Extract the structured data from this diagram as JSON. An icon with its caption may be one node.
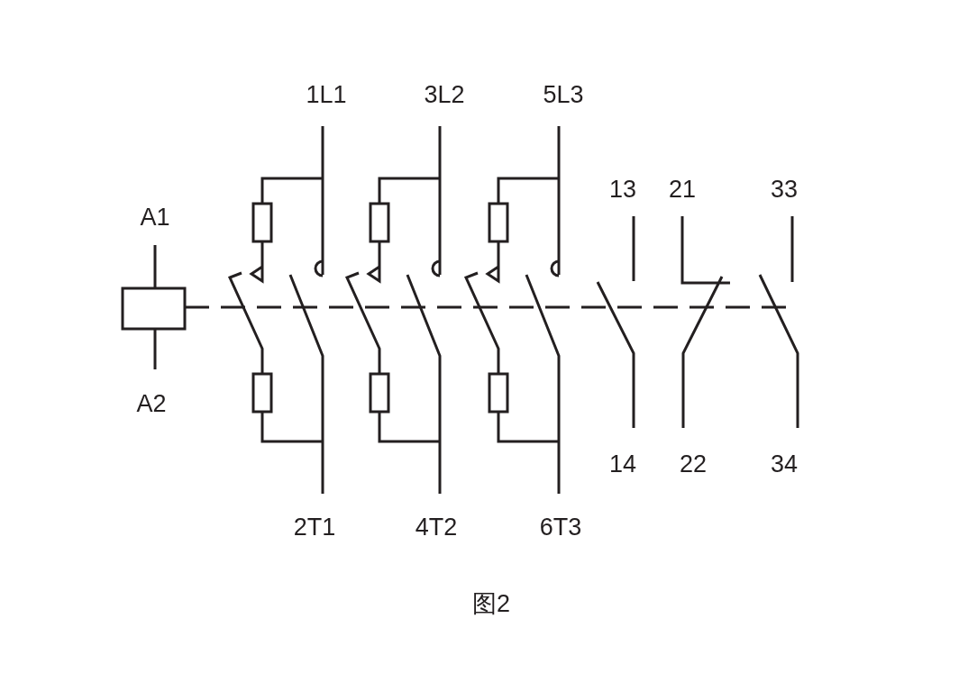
{
  "diagram": {
    "caption": "图2",
    "labels": [
      "1L1",
      "3L2",
      "5L3",
      "13",
      "21",
      "33",
      "A1",
      "A2",
      "14",
      "22",
      "34",
      "2T1",
      "4T2",
      "6T3"
    ]
  }
}
